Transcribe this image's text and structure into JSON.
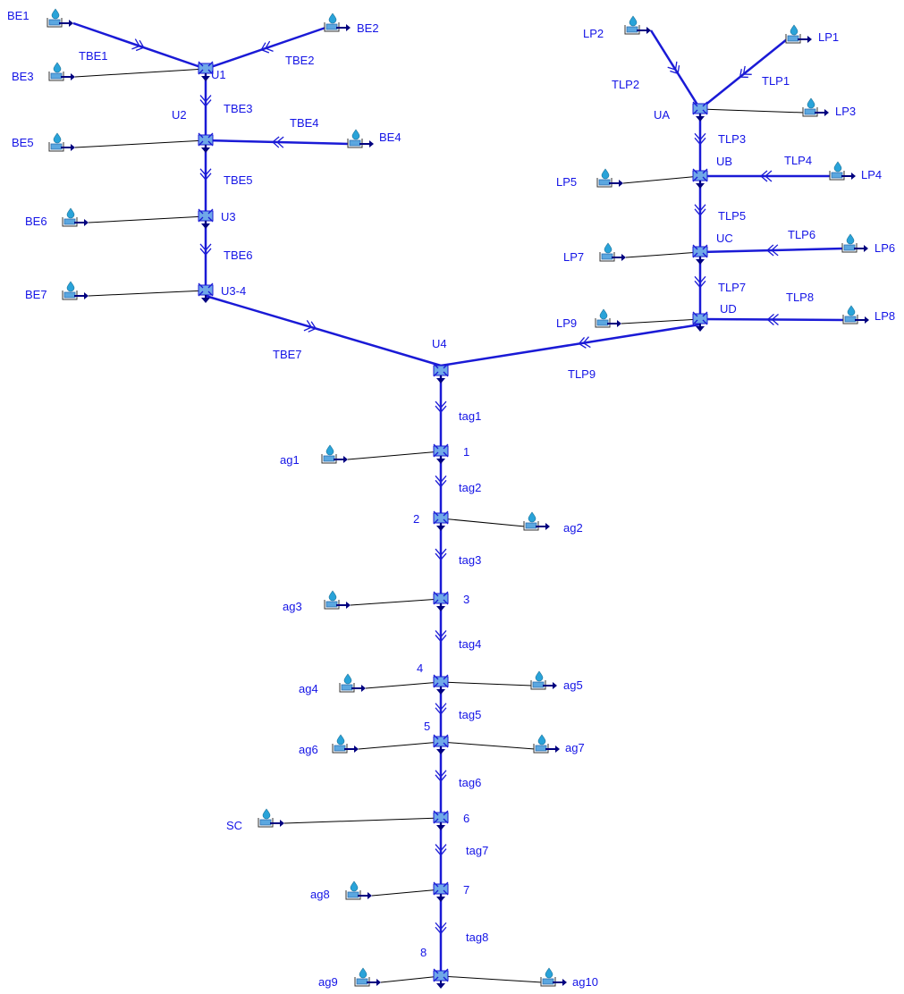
{
  "colors": {
    "pipe": "#1a1ad6",
    "link": "#000000",
    "label": "#1414e6",
    "node_fill": "#6fa8e8",
    "supply_drop": "#29a3d9",
    "supply_box": "#5ba7e0",
    "arrow": "#000080"
  },
  "nodes": [
    {
      "id": "U1",
      "label": "U1",
      "label_pos": "right"
    },
    {
      "id": "U2",
      "label": "U2",
      "label_pos": "left-top"
    },
    {
      "id": "U3",
      "label": "U3",
      "label_pos": "right"
    },
    {
      "id": "U3-4",
      "label": "U3-4",
      "label_pos": "right"
    },
    {
      "id": "U4",
      "label": "U4",
      "label_pos": "top"
    },
    {
      "id": "UA",
      "label": "UA",
      "label_pos": "left"
    },
    {
      "id": "UB",
      "label": "UB",
      "label_pos": "right-top"
    },
    {
      "id": "UC",
      "label": "UC",
      "label_pos": "right-top"
    },
    {
      "id": "UD",
      "label": "UD",
      "label_pos": "right-top"
    },
    {
      "id": "N1",
      "label": "1",
      "label_pos": "right"
    },
    {
      "id": "N2",
      "label": "2",
      "label_pos": "left"
    },
    {
      "id": "N3",
      "label": "3",
      "label_pos": "right"
    },
    {
      "id": "N4",
      "label": "4",
      "label_pos": "left-top"
    },
    {
      "id": "N5",
      "label": "5",
      "label_pos": "left-top"
    },
    {
      "id": "N6",
      "label": "6",
      "label_pos": "right"
    },
    {
      "id": "N7",
      "label": "7",
      "label_pos": "right"
    },
    {
      "id": "N8",
      "label": "8",
      "label_pos": "left-top"
    }
  ],
  "supplies": [
    {
      "id": "BE1",
      "label": "BE1",
      "node": "U1",
      "link": "pipe",
      "pipe_label": "TBE1"
    },
    {
      "id": "BE2",
      "label": "BE2",
      "node": "U1",
      "link": "pipe",
      "pipe_label": "TBE2"
    },
    {
      "id": "BE3",
      "label": "BE3",
      "node": "U1",
      "link": "line"
    },
    {
      "id": "BE4",
      "label": "BE4",
      "node": "U2",
      "link": "pipe",
      "pipe_label": "TBE4"
    },
    {
      "id": "BE5",
      "label": "BE5",
      "node": "U2",
      "link": "line"
    },
    {
      "id": "BE6",
      "label": "BE6",
      "node": "U3",
      "link": "line"
    },
    {
      "id": "BE7",
      "label": "BE7",
      "node": "U3-4",
      "link": "line"
    },
    {
      "id": "LP1",
      "label": "LP1",
      "node": "UA",
      "link": "pipe",
      "pipe_label": "TLP1"
    },
    {
      "id": "LP2",
      "label": "LP2",
      "node": "UA",
      "link": "pipe",
      "pipe_label": "TLP2"
    },
    {
      "id": "LP3",
      "label": "LP3",
      "node": "UA",
      "link": "line"
    },
    {
      "id": "LP4",
      "label": "LP4",
      "node": "UB",
      "link": "pipe",
      "pipe_label": "TLP4"
    },
    {
      "id": "LP5",
      "label": "LP5",
      "node": "UB",
      "link": "line"
    },
    {
      "id": "LP6",
      "label": "LP6",
      "node": "UC",
      "link": "pipe",
      "pipe_label": "TLP6"
    },
    {
      "id": "LP7",
      "label": "LP7",
      "node": "UC",
      "link": "line"
    },
    {
      "id": "LP8",
      "label": "LP8",
      "node": "UD",
      "link": "pipe",
      "pipe_label": "TLP8"
    },
    {
      "id": "LP9",
      "label": "LP9",
      "node": "UD",
      "link": "line"
    },
    {
      "id": "ag1",
      "label": "ag1",
      "node": "N1",
      "link": "line"
    },
    {
      "id": "ag2",
      "label": "ag2",
      "node": "N2",
      "link": "line"
    },
    {
      "id": "ag3",
      "label": "ag3",
      "node": "N3",
      "link": "line"
    },
    {
      "id": "ag4",
      "label": "ag4",
      "node": "N4",
      "link": "line"
    },
    {
      "id": "ag5",
      "label": "ag5",
      "node": "N4",
      "link": "line"
    },
    {
      "id": "ag6",
      "label": "ag6",
      "node": "N5",
      "link": "line"
    },
    {
      "id": "ag7",
      "label": "ag7",
      "node": "N5",
      "link": "line"
    },
    {
      "id": "SC",
      "label": "SC",
      "node": "N6",
      "link": "line"
    },
    {
      "id": "ag8",
      "label": "ag8",
      "node": "N7",
      "link": "line"
    },
    {
      "id": "ag9",
      "label": "ag9",
      "node": "N8",
      "link": "line"
    },
    {
      "id": "ag10",
      "label": "ag10",
      "node": "N8",
      "link": "line"
    }
  ],
  "pipes": [
    {
      "label": "TBE3",
      "from": "U1",
      "to": "U2"
    },
    {
      "label": "TBE5",
      "from": "U2",
      "to": "U3"
    },
    {
      "label": "TBE6",
      "from": "U3",
      "to": "U3-4"
    },
    {
      "label": "TBE7",
      "from": "U3-4",
      "to": "U4"
    },
    {
      "label": "TLP3",
      "from": "UA",
      "to": "UB"
    },
    {
      "label": "TLP5",
      "from": "UB",
      "to": "UC"
    },
    {
      "label": "TLP7",
      "from": "UC",
      "to": "UD"
    },
    {
      "label": "TLP9",
      "from": "UD",
      "to": "U4"
    },
    {
      "label": "tag1",
      "from": "U4",
      "to": "N1"
    },
    {
      "label": "tag2",
      "from": "N1",
      "to": "N2"
    },
    {
      "label": "tag3",
      "from": "N2",
      "to": "N3"
    },
    {
      "label": "tag4",
      "from": "N3",
      "to": "N4"
    },
    {
      "label": "tag5",
      "from": "N4",
      "to": "N5"
    },
    {
      "label": "tag6",
      "from": "N5",
      "to": "N6"
    },
    {
      "label": "tag7",
      "from": "N6",
      "to": "N7"
    },
    {
      "label": "tag8",
      "from": "N7",
      "to": "N8"
    }
  ]
}
